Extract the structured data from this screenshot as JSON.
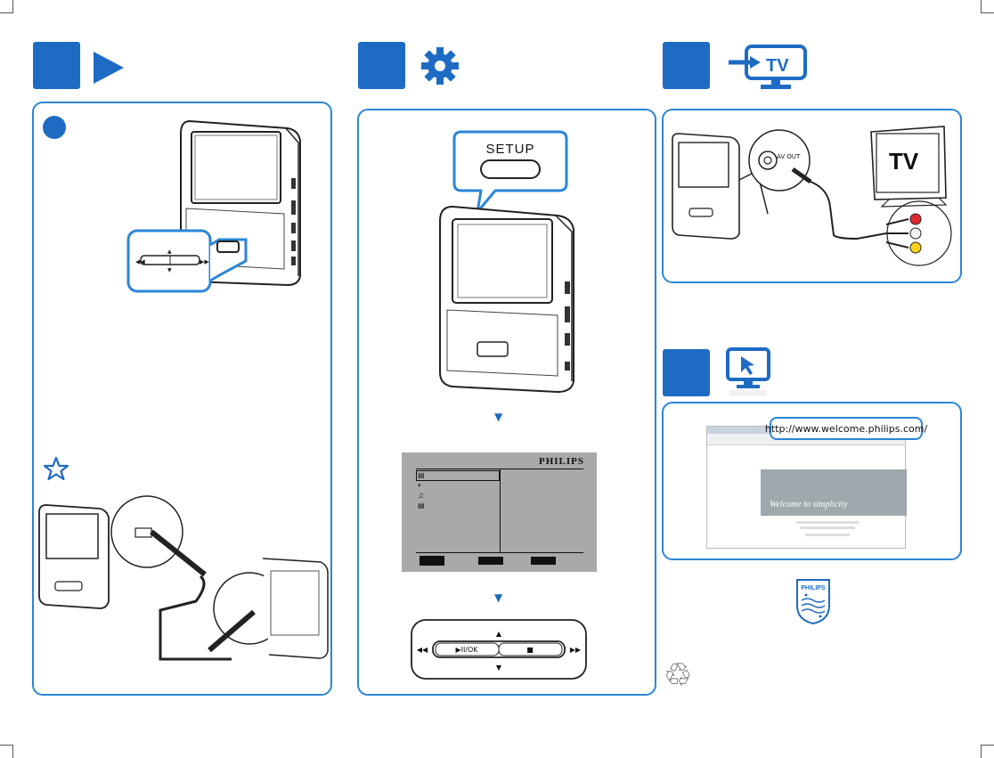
{
  "steps": {
    "step1": {
      "number": "",
      "icon": "play-icon"
    },
    "step2": {
      "number": "",
      "icon": "gear-icon"
    },
    "step3": {
      "number": "",
      "icon": "tv-output-icon",
      "icon_text": "TV"
    },
    "step4": {
      "number": "",
      "icon": "computer-cursor-icon"
    }
  },
  "setup_callout": {
    "label": "SETUP"
  },
  "tv_label": "TV",
  "av_out_label": "AV OUT",
  "website": {
    "url": "http://www.welcome.philips.com/",
    "banner_text": "Welcome to simplicity"
  },
  "menu_screen": {
    "brand": "PHILIPS"
  },
  "remote": {
    "play_ok_label": "▶II/OK",
    "stop_label": "■"
  },
  "remote_small": {
    "label": "▶II/OK"
  },
  "brand_shield": {
    "text": "PHILIPS"
  },
  "colors": {
    "accent_blue": "#1e6bc4",
    "panel_border": "#2a86d6"
  }
}
